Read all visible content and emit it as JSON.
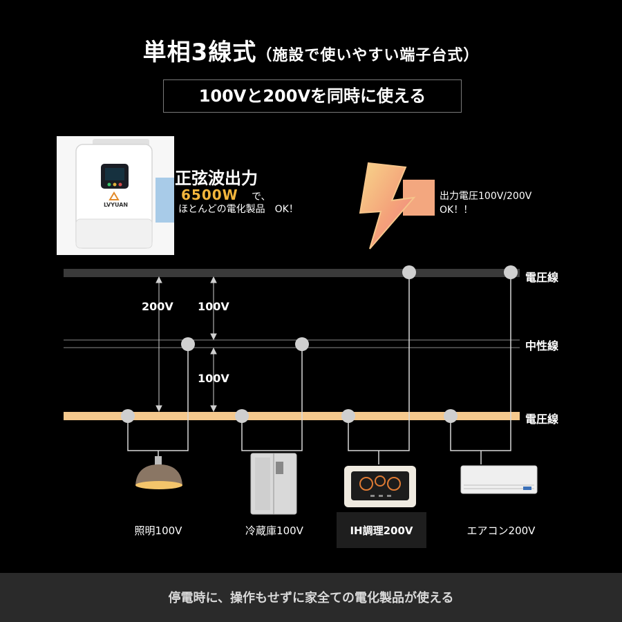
{
  "title": {
    "main": "単相3線式",
    "sub": "（施設で使いやすい端子台式）"
  },
  "subtitle": "100Vと200Vを同時に使える",
  "product": {
    "logo": "LVYUAN"
  },
  "feature": {
    "headline": "正弦波出力",
    "watt": "6500W",
    "de": "で、",
    "desc": "ほとんどの電化製品　OK！"
  },
  "output": {
    "line1": "出力電圧100V/200V",
    "line2": "OK！！"
  },
  "lines": {
    "top": "電圧線",
    "neutral": "中性線",
    "bottom": "電圧線"
  },
  "voltages": {
    "v200": "200V",
    "v100_upper": "100V",
    "v100_lower": "100V"
  },
  "appliances": [
    {
      "label": "照明100V",
      "icon": "lamp-icon"
    },
    {
      "label": "冷蔵庫100V",
      "icon": "refrigerator-icon"
    },
    {
      "label": "IH調理200V",
      "icon": "ih-cooktop-icon"
    },
    {
      "label": "エアコン200V",
      "icon": "air-conditioner-icon"
    }
  ],
  "footer": "停電時に、操作もせずに家全ての電化製品が使える",
  "colors": {
    "background": "#000000",
    "top_line": "#3a3a3a",
    "bottom_line": "#f5c98e",
    "accent": "#f2b53c",
    "node": "#cfcfcf"
  }
}
